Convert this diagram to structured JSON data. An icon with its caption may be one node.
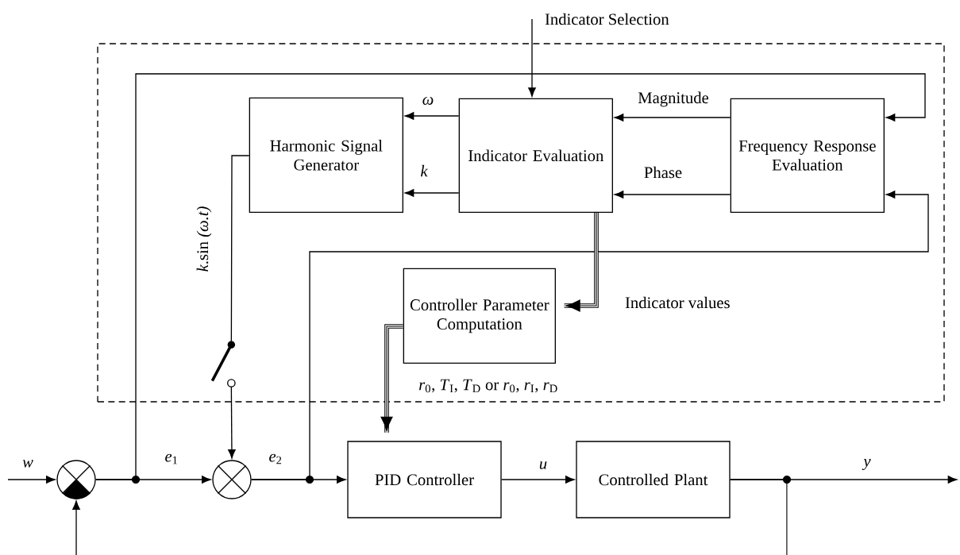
{
  "diagram": {
    "nodes": [
      {
        "text": [],
        "shape": "box"
      },
      {
        "text": [
          "Harmonic Signal Generator"
        ],
        "in": 0
      },
      {
        "text": [
          "Indicator Evaluation"
        ],
        "in": 0
      },
      {
        "text": [
          "Frequency Response Evaluation"
        ],
        "in": 0
      },
      {
        "text": [
          "Controller Parameter Computation"
        ],
        "in": 0
      },
      {
        "text": [],
        "shape": "circle"
      },
      {
        "text": [],
        "shape": "circle"
      },
      {
        "text": [
          "PID Controller"
        ]
      },
      {
        "text": [
          "Controlled Plant"
        ]
      },
      {
        "text": [],
        "shape": "switch",
        "in": 0
      }
    ],
    "edges": [
      {
        "from": null,
        "to": 5,
        "arrow": "to",
        "label": "w"
      },
      {
        "from": null,
        "to": 5,
        "arrow": "to"
      },
      {
        "from": 5,
        "to": 6,
        "arrow": "to",
        "label": "*e*$_{1}$"
      },
      {
        "from": 5,
        "to": 3,
        "arrow": "to"
      },
      {
        "from": 6,
        "to": 7,
        "arrow": "to",
        "label": "*e*$_{2}$"
      },
      {
        "from": 6,
        "to": 3,
        "arrow": "to"
      },
      {
        "from": 7,
        "to": 8,
        "arrow": "to",
        "label": "u"
      },
      {
        "from": 8,
        "to": null,
        "arrow": "to",
        "label": "y"
      },
      {
        "from": 8,
        "to": null,
        "arrow": "none"
      },
      {
        "from": 2,
        "to": 1,
        "arrow": "to",
        "label": "ω"
      },
      {
        "from": 2,
        "to": 1,
        "arrow": "to",
        "label": "k"
      },
      {
        "from": 3,
        "to": 2,
        "arrow": "to",
        "label": "Magnitude"
      },
      {
        "from": 3,
        "to": 2,
        "arrow": "to",
        "label": "Phase"
      },
      {
        "from": null,
        "to": 2,
        "arrow": "to",
        "label": "Indicator Selection"
      },
      {
        "from": 2,
        "to": 4,
        "arrow": "to",
        "label": "Indicator values",
        "style": "thick"
      },
      {
        "from": 4,
        "to": 7,
        "arrow": "to",
        "label": "*r*$_{0}$, *T*$_{I}$, *T*$_{D}$ or *r*$_{0}$, *r*$_{I}$, *r*$_{D}$",
        "style": "thick"
      },
      {
        "from": 1,
        "to": 9,
        "arrow": "none",
        "label": "*k*.sin *(ω.t)*"
      },
      {
        "from": 9,
        "to": 6,
        "arrow": "to"
      }
    ]
  }
}
